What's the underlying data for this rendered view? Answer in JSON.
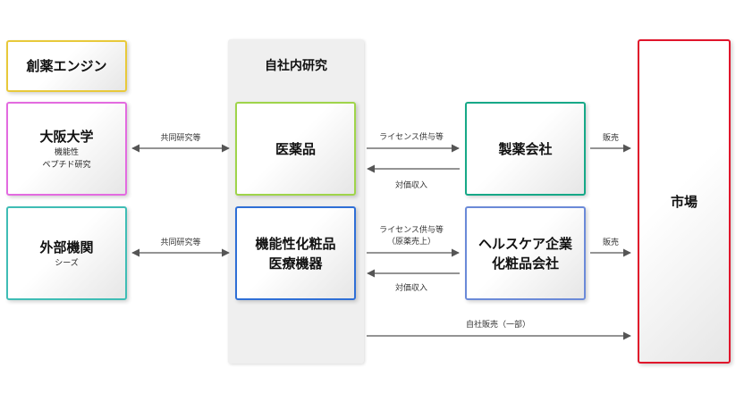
{
  "engine": {
    "title": "創薬エンジン",
    "color": "#e8c93a"
  },
  "osaka": {
    "title": "大阪大学",
    "sub1": "機能性",
    "sub2": "ペプチド研究",
    "color": "#e36be0"
  },
  "external": {
    "title": "外部機関",
    "sub1": "シーズ",
    "color": "#3fbdb5"
  },
  "inhouse": {
    "title": "自社内研究"
  },
  "pharma": {
    "title": "医薬品",
    "color": "#9fd44a"
  },
  "cosme": {
    "title1": "機能性化粧品",
    "title2": "医療機器",
    "color": "#2f6fd6"
  },
  "pharma_co": {
    "title": "製薬会社",
    "color": "#16a887"
  },
  "health_co": {
    "title1": "ヘルスケア企業",
    "title2": "化粧品会社",
    "color": "#6b8ad8"
  },
  "market": {
    "title": "市場",
    "color": "#e0142b"
  },
  "labels": {
    "joint1": "共同研究等",
    "joint2": "共同研究等",
    "license1": "ライセンス供与等",
    "price1": "対価収入",
    "license2": "ライセンス供与等",
    "license2_sub": "（原薬売上）",
    "price2": "対価収入",
    "sales1": "販売",
    "sales2": "販売",
    "direct": "自社販売（一部）"
  }
}
